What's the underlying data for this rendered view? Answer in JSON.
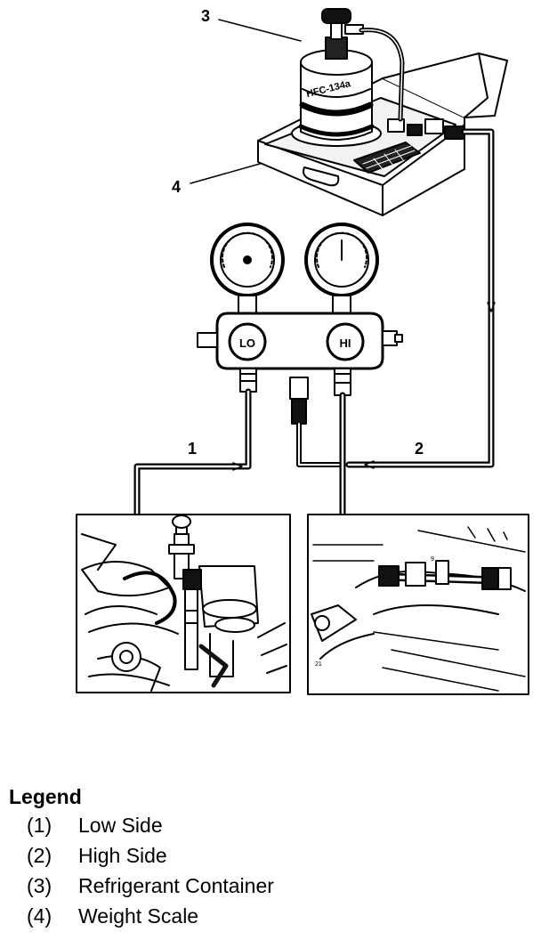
{
  "labels": {
    "callout_1": "1",
    "callout_2": "2",
    "callout_3": "3",
    "callout_4": "4",
    "container_text": "HFC-134a",
    "gauge_lo": "LO",
    "gauge_hi": "HI"
  },
  "legend": {
    "title": "Legend",
    "items": [
      {
        "num": "(1)",
        "label": "Low Side"
      },
      {
        "num": "(2)",
        "label": "High Side"
      },
      {
        "num": "(3)",
        "label": "Refrigerant Container"
      },
      {
        "num": "(4)",
        "label": "Weight Scale"
      }
    ]
  },
  "colors": {
    "ink": "#000000",
    "paper": "#ffffff",
    "shade": "#d8d8d8"
  }
}
